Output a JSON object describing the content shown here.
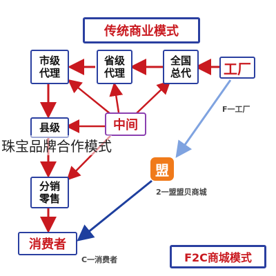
{
  "diagram": {
    "title": "传统商业模式",
    "f2c_title": "F2C商城模式",
    "nodes": {
      "city": "市级\n代理",
      "province": "省级\n代理",
      "national": "全国\n总代",
      "factory": "工厂",
      "middle": "中间",
      "county": "县级",
      "distribution": "分销\n零售",
      "consumer": "消费者"
    },
    "app_icon_char": "盟",
    "links": {
      "f_label": "F一工厂",
      "two_label": "2一盟盟贝商城",
      "c_label": "C一消费者"
    },
    "colors": {
      "red_arrow": "#c9191f",
      "blue_arrow": "#1e3f9e",
      "light_blue_arrow": "#7fa3e0",
      "box_border": "#2a3fa0",
      "app_orange": "#f07a1a"
    }
  },
  "caption": "珠宝品牌合作模式"
}
